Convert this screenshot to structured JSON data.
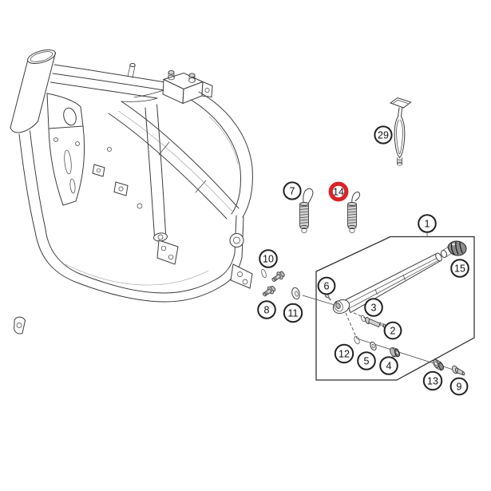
{
  "diagram": {
    "type": "exploded-parts-diagram",
    "background_color": "#ffffff",
    "line_color": "#3c3c3c",
    "highlight_color": "#d92128",
    "box_stroke_color": "#2e2e2e",
    "callouts": [
      {
        "label": "7",
        "part_shape": "return-spring",
        "highlighted": false
      },
      {
        "label": "14",
        "part_shape": "return-spring",
        "highlighted": true
      },
      {
        "label": "29",
        "part_shape": "spring-hook-tool",
        "highlighted": false
      },
      {
        "label": "1",
        "part_shape": "side-stand-assembly",
        "highlighted": false
      },
      {
        "label": "10",
        "part_shape": "flange-bolt",
        "highlighted": false
      },
      {
        "label": "8",
        "part_shape": "flange-bolt",
        "highlighted": false
      },
      {
        "label": "11",
        "part_shape": "washer",
        "highlighted": false
      },
      {
        "label": "6",
        "part_shape": "screw",
        "highlighted": false
      },
      {
        "label": "3",
        "part_shape": "pivot-bolt",
        "highlighted": false
      },
      {
        "label": "2",
        "part_shape": "bolt-tip",
        "highlighted": false
      },
      {
        "label": "12",
        "part_shape": "snap-ring",
        "highlighted": false
      },
      {
        "label": "5",
        "part_shape": "washer",
        "highlighted": false
      },
      {
        "label": "4",
        "part_shape": "bushing",
        "highlighted": false
      },
      {
        "label": "13",
        "part_shape": "bushing-nut",
        "highlighted": false
      },
      {
        "label": "9",
        "part_shape": "flange-bolt",
        "highlighted": false
      },
      {
        "label": "15",
        "part_shape": "stand-foot-bracket",
        "highlighted": false
      }
    ]
  }
}
